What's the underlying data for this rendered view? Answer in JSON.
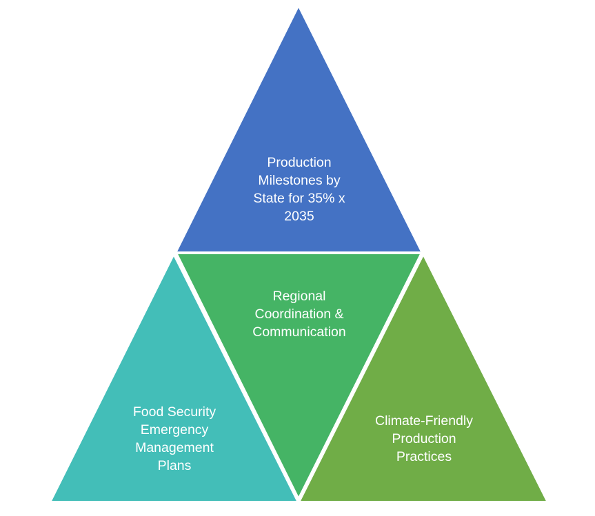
{
  "diagram": {
    "type": "triangle-pyramid",
    "segments": [
      {
        "id": "top",
        "label": "Production\nMilestones by\nState for 35% x\n2035",
        "color": "#4472C4"
      },
      {
        "id": "middle",
        "label": "Regional\nCoordination &\nCommunication",
        "color": "#45B465"
      },
      {
        "id": "left",
        "label": "Food Security\nEmergency\nManagement\nPlans",
        "color": "#43BEB8"
      },
      {
        "id": "right",
        "label": "Climate-Friendly\nProduction\nPractices",
        "color": "#70AD47"
      }
    ]
  }
}
